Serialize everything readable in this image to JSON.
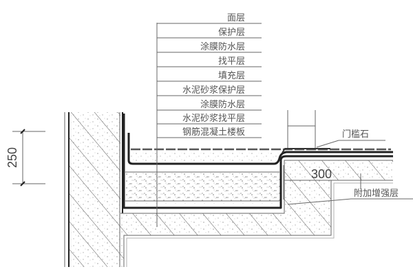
{
  "layers": [
    "面层",
    "保护层",
    "涂膜防水层",
    "找平层",
    "填充层",
    "水泥砂浆保护层",
    "涂膜防水层",
    "水泥砂浆找平层",
    "钢筋混凝土楼板"
  ],
  "dimensions": {
    "height": "250",
    "width": "300"
  },
  "callouts": {
    "threshold_stone": "门槛石",
    "reinforcement_layer": "附加增强层"
  },
  "colors": {
    "line": "#222222",
    "hatch": "#555555",
    "text": "#555555"
  }
}
